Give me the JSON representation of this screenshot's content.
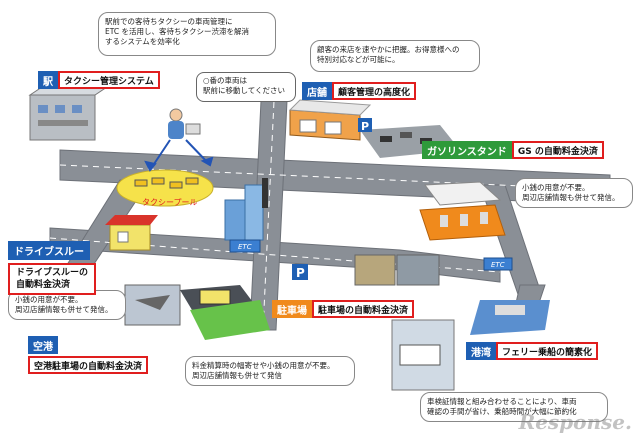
{
  "callouts": {
    "taxi_top": [
      "駅前での客待ちタクシーの車両管理に",
      "ETC を活用し、客待ちタクシー渋滞を解消",
      "するシステムを効率化"
    ],
    "store": [
      "顧客の来店を速やかに把握。お得意様への",
      "特別対応などが可能に。"
    ],
    "gas": [
      "小銭の用意が不要。",
      "周辺店舗情報も併せて発信。"
    ],
    "drive": [
      "小銭の用意が不要。",
      "周辺店舗情報も併せて発信。"
    ],
    "airport": [
      "料金精算時の幅寄せや小銭の用意が不要。",
      "周辺店舗情報も併せて発信"
    ],
    "ferry": [
      "車検証情報と組み合わせることにより、車両",
      "確認の手間が省け、乗船時間が大幅に節約化"
    ]
  },
  "speech": [
    "○番の車両は",
    "駅前に移動してください"
  ],
  "labels": {
    "station": {
      "cat": "駅",
      "desc": "タクシー管理システム"
    },
    "store": {
      "cat": "店舗",
      "desc": "顧客管理の高度化"
    },
    "gas": {
      "cat": "ガソリンスタンド",
      "desc": "GS の自動料金決済"
    },
    "drive": {
      "cat": "ドライブスルー",
      "desc_lines": [
        "ドライブスルーの",
        "自動料金決済"
      ]
    },
    "parking": {
      "cat": "駐車場",
      "desc": "駐車場の自動料金決済"
    },
    "airport": {
      "cat": "空港",
      "desc": "空港駐車場の自動料金決済"
    },
    "ferry": {
      "cat": "港湾",
      "desc": "フェリー乗船の簡素化"
    }
  },
  "map_text": {
    "taxi_pool": "タクシープール",
    "etc1": "ETC",
    "etc2": "ETC",
    "parking_sign": "P",
    "parking_sign2": "P"
  },
  "watermark": "Response."
}
